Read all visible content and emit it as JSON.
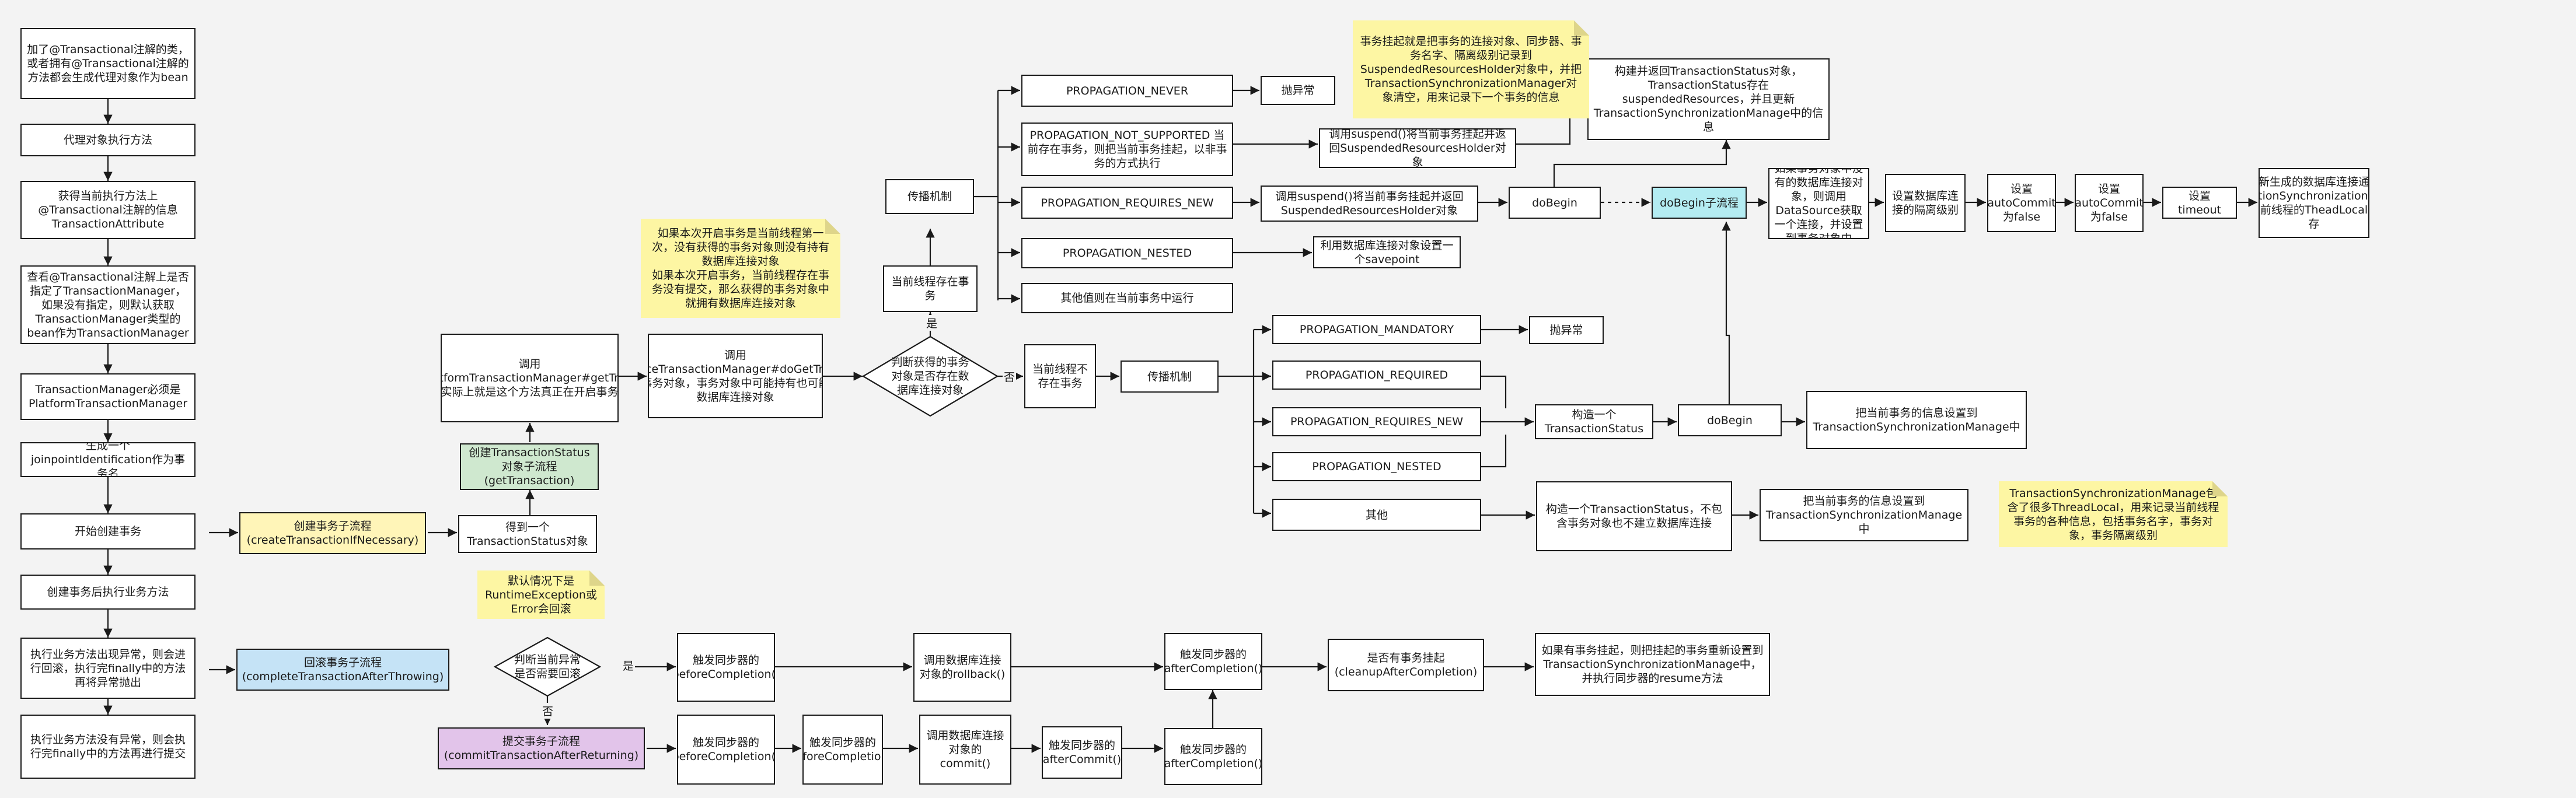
{
  "nodes": {
    "start": "加了@Transactional注解的类，或者拥有@Transactional注解的方法都会生成代理对象作为bean",
    "proxy_exec": "代理对象执行方法",
    "get_attr": "获得当前执行方法上@Transactional注解的信息TransactionAttribute",
    "check_tm": "查看@Transactional注解上是否指定了TransactionManager，如果没有指定，则默认获取TransactionManager类型的bean作为TransactionManager",
    "tm_must": "TransactionManager必须是PlatformTransactionManager",
    "gen_name": "生成一个joinpointIdentification作为事务名",
    "begin_tx": "开始创建事务",
    "exec_business": "创建事务后执行业务方法",
    "exception_path": "执行业务方法出现异常，则会进行回滚，执行完finally中的方法再将异常抛出",
    "normal_path": "执行业务方法没有异常，则会执行完finally中的方法再进行提交",
    "create_sub": "创建事务子流程 (createTransactionIfNecessary)",
    "rollback_sub": "回滚事务子流程 (completeTransactionAfterThrowing)",
    "commit_sub": "提交事务子流程 (commitTransactionAfterReturning)",
    "get_status": "得到一个TransactionStatus对象",
    "create_status_sub": "创建TransactionStatus对象子流程 (getTransaction)",
    "call_get_tx": "调用AbstractPlatformTransactionManager#getTransaction，实际上就是这个方法真正在开启事务",
    "call_do_get_tx": "调用DataSourceTransactionManager#doGetTransaction得到一个事务对象，事务对象中可能持有也可能没有持有数据库连接对象",
    "judge_conn": "判断获得的事务对象是否存在数据库连接对象",
    "yes1": "是",
    "no1": "否",
    "has_tx": "当前线程存在事务",
    "no_tx": "当前线程不存在事务",
    "propagation_a": "传播机制",
    "propagation_b": "传播机制",
    "never": "PROPAGATION_NEVER",
    "never_throw": "抛异常",
    "not_supported": "PROPAGATION_NOT_SUPPORTED 当前存在事务，则把当前事务挂起，以非事务的方式执行",
    "ns_suspend": "调用suspend()将当前事务挂起并返回SuspendedResourcesHolder对象",
    "requires_new_a": "PROPAGATION_REQUIRES_NEW",
    "rn_suspend": "调用suspend()将当前事务挂起并返回SuspendedResourcesHolder对象",
    "do_begin_a": "doBegin",
    "do_begin_sub": "doBegin子流程",
    "build_status_top": "构建并返回TransactionStatus对象，TransactionStatus存在suspendedResources，并且更新TransactionSynchronizationManage中的信息",
    "nested_a": "PROPAGATION_NESTED",
    "savepoint": "利用数据库连接对象设置一个savepoint",
    "other_a": "其他值则在当前事务中运行",
    "get_conn": "如果事务对象中没有的数据库连接对象，则调用DataSource获取一个连接，并设置到事务对象中",
    "set_isolation": "设置数据库连接的隔离级别",
    "set_autocommit1": "设置autoCommit为false",
    "set_autocommit2": "设置autoCommit为false",
    "set_timeout": "设置timeout",
    "bind_conn": "把新生成的数据库连接通过TransactionSynchronizationManage设置到当前线程的TheadLocal中进行缓存",
    "mandatory": "PROPAGATION_MANDATORY",
    "mandatory_throw": "抛异常",
    "required": "PROPAGATION_REQUIRED",
    "requires_new_b": "PROPAGATION_REQUIRES_NEW",
    "nested_b": "PROPAGATION_NESTED",
    "other_b": "其他",
    "build_status_b": "构造一个TransactionStatus",
    "do_begin_b": "doBegin",
    "set_info_b": "把当前事务的信息设置到TransactionSynchronizationManage中",
    "build_status_c": "构造一个TransactionStatus，不包含事务对象也不建立数据库连接",
    "set_info_c": "把当前事务的信息设置到TransactionSynchronizationManage中",
    "judge_rollback": "判断当前异常是否需要回滚",
    "yes2": "是",
    "no2": "否",
    "before_completion_r": "触发同步器的beforeCompletion()",
    "rollback": "调用数据库连接对象的rollback()",
    "after_completion_r": "触发同步器的afterCompletion()",
    "cleanup": "是否有事务挂起 (cleanupAfterCompletion)",
    "resume": "如果有事务挂起，则把挂起的事务重新设置到TransactionSynchronizationManage中，并执行同步器的resume方法",
    "before_commit": "触发同步器的beforeCompletion()",
    "before_completion_c": "触发同步器的beforeCompletion()",
    "commit": "调用数据库连接对象的commit()",
    "after_commit": "触发同步器的afterCommit()",
    "after_completion_c": "触发同步器的afterCompletion()"
  },
  "notes": {
    "suspend_note": "事务挂起就是把事务的连接对象、同步器、事务名字、隔离级别记录到SuspendedResourcesHolder对象中，并把TransactionSynchronizationManager对象清空，用来记录下一个事务的信息",
    "first_tx_note": "如果本次开启事务是当前线程第一次，没有获得的事务对象则没有持有数据库连接对象\n如果本次开启事务，当前线程存在事务没有提交，那么获得的事务对象中就拥有数据库连接对象",
    "default_rollback_note": "默认情况下是RuntimeException或Error会回滚",
    "tsm_note": "TransactionSynchronizationManage包含了很多ThreadLocal，用来记录当前线程事务的各种信息，包括事务名字，事务对象，事务隔离级别"
  }
}
